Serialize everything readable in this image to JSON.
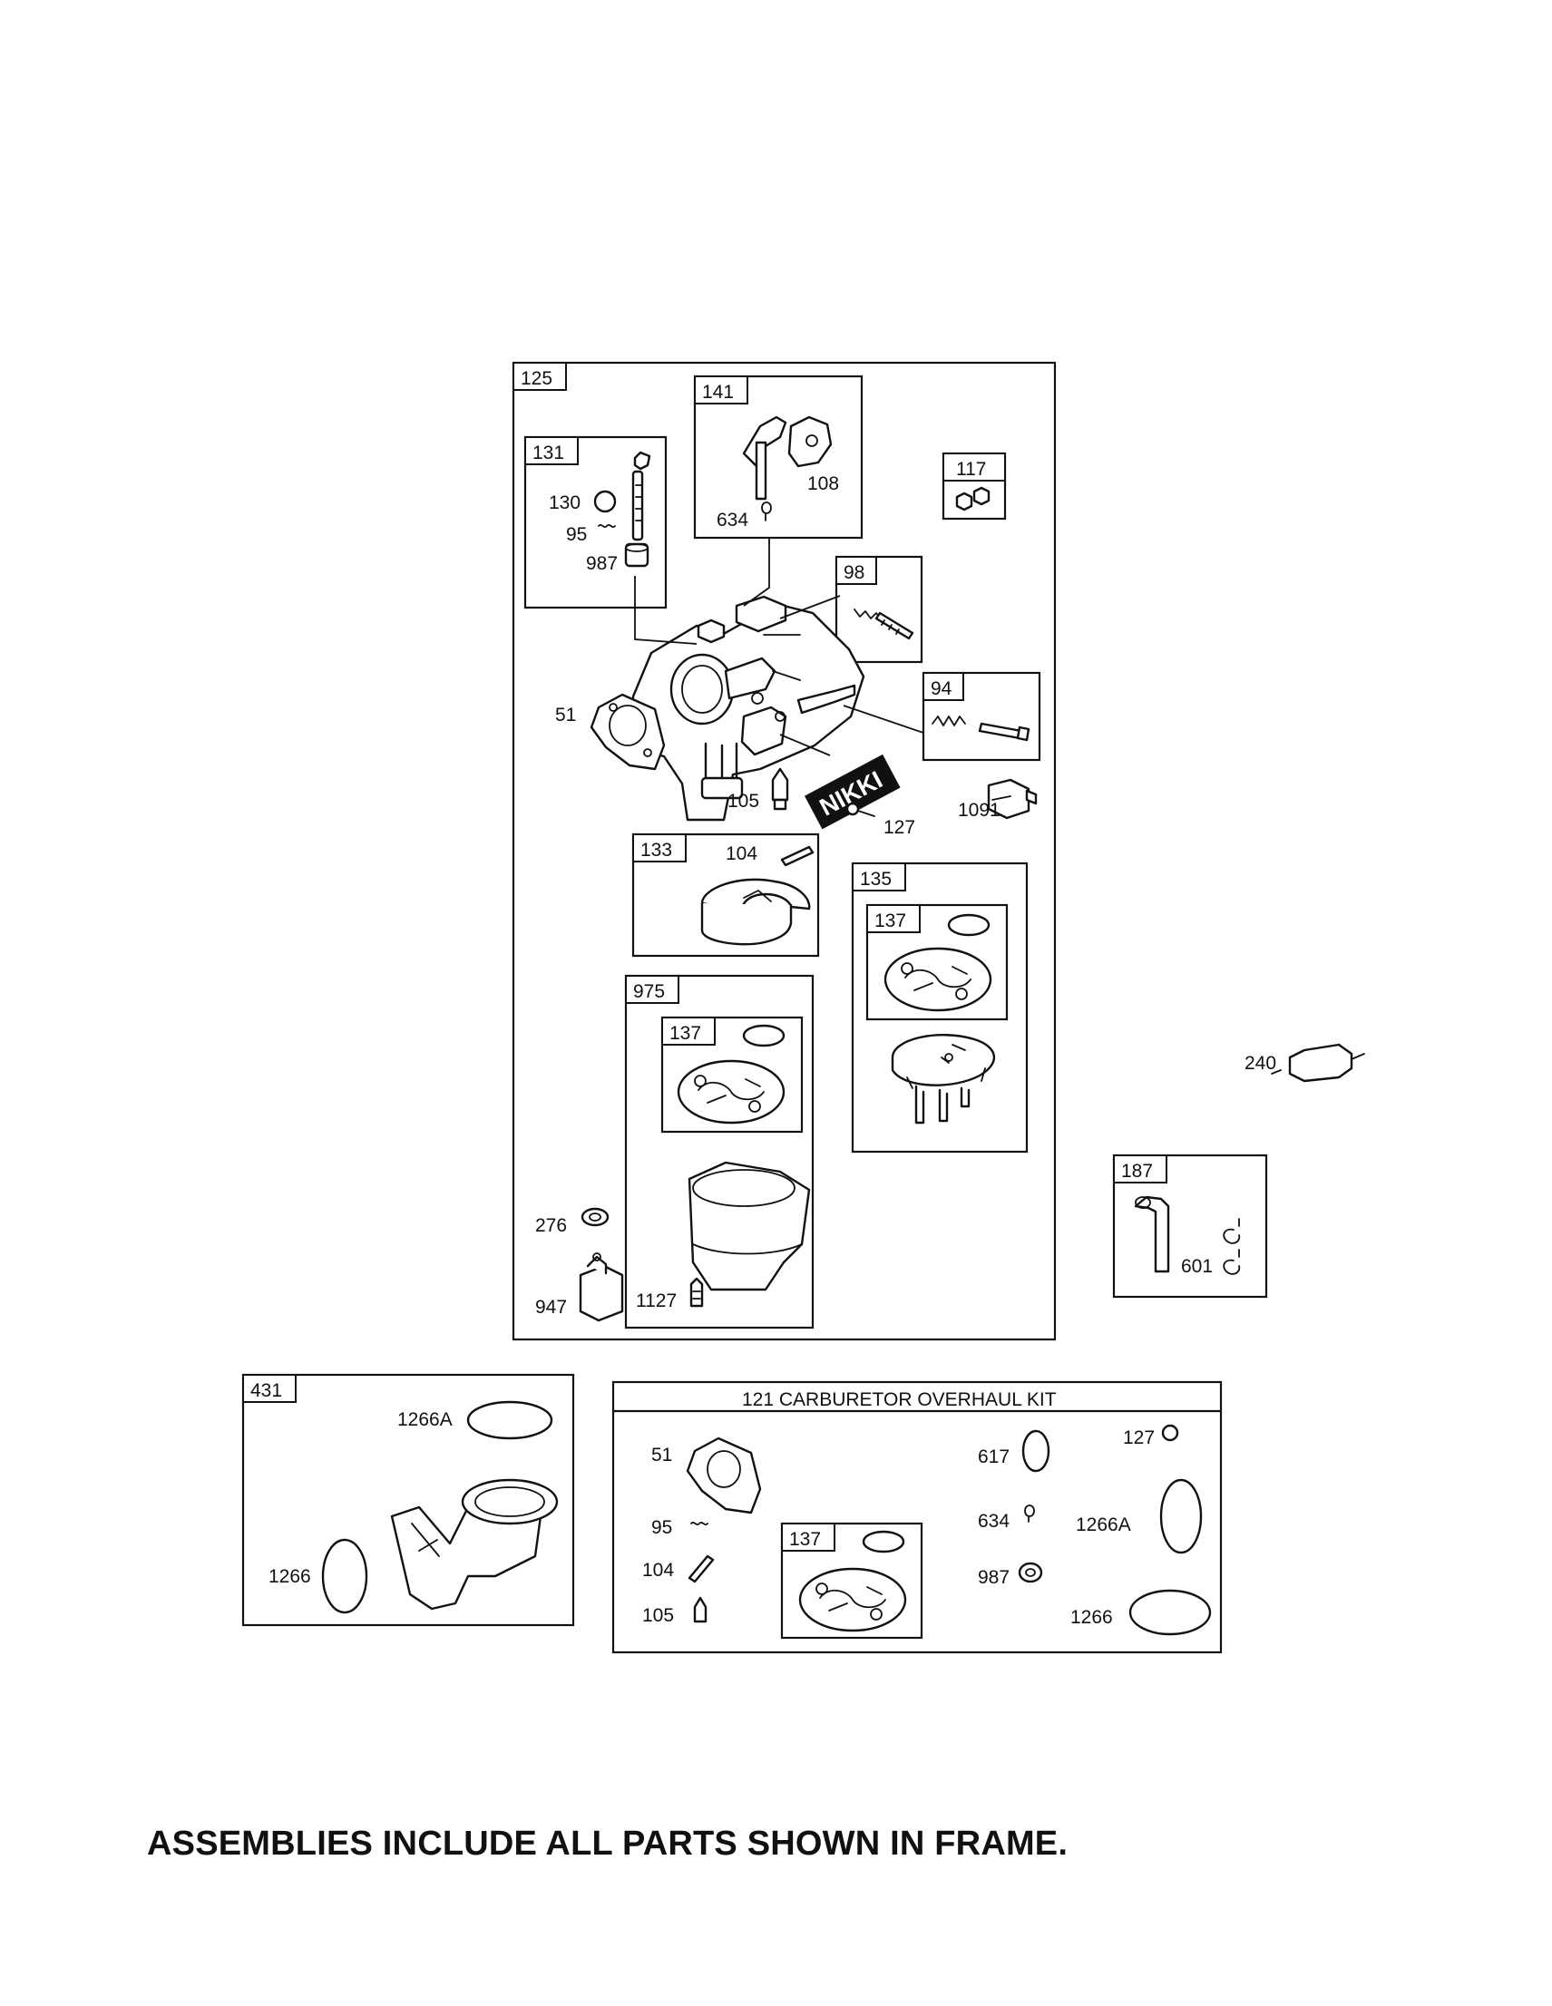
{
  "frames": {
    "carburetor_assembly": "125",
    "needle_assembly": "131",
    "choke_shaft_assembly": "141",
    "screw_kit": "117",
    "pilot_screw": "98",
    "idle_screw": "94",
    "float_kit": "133",
    "bowl_kit": "135",
    "bowl_gasket_kit_a": "137",
    "bowl_kit_975": "975",
    "bowl_gasket_kit_b": "137",
    "breather_tube": "187",
    "intake_manifold": "431",
    "kit_gasket_set": "137"
  },
  "kit_title": "121 CARBURETOR OVERHAUL KIT",
  "brand_plate": "NIKKI",
  "callouts": {
    "p130": "130",
    "p95": "95",
    "p987": "987",
    "p108": "108",
    "p634": "634",
    "p51": "51",
    "p105": "105",
    "p127": "127",
    "p1091": "1091",
    "p104": "104",
    "p240": "240",
    "p276": "276",
    "p947": "947",
    "p1127": "1127",
    "p601": "601",
    "p1266A": "1266A",
    "p1266": "1266"
  },
  "kit_callouts": {
    "p51": "51",
    "p95": "95",
    "p104": "104",
    "p105": "105",
    "p617": "617",
    "p634": "634",
    "p987": "987",
    "p127": "127",
    "p1266A": "1266A",
    "p1266": "1266"
  },
  "footer_note": "ASSEMBLIES INCLUDE ALL PARTS SHOWN IN FRAME."
}
